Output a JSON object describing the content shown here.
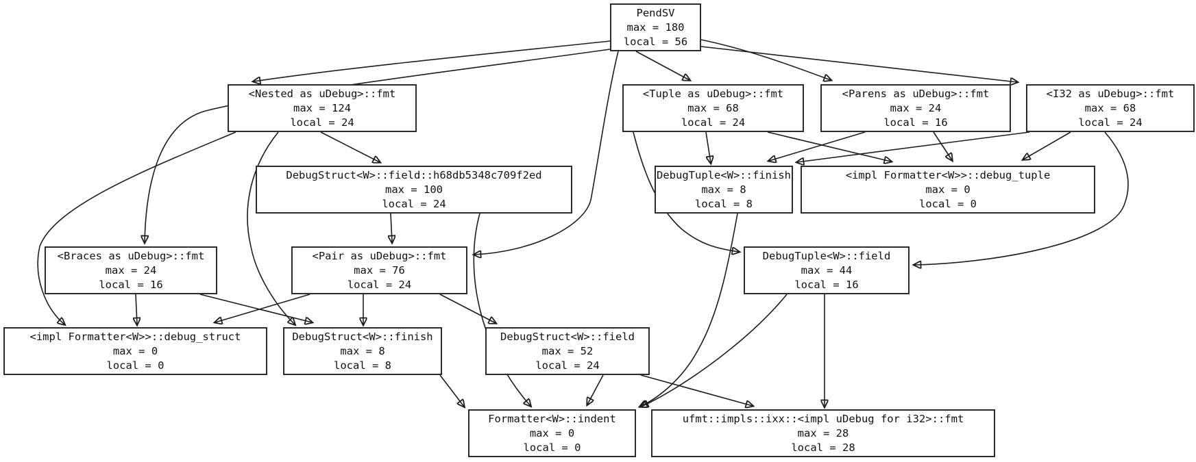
{
  "graph": {
    "kind": "call-graph",
    "background_color": "#ffffff",
    "edge_color": "#1c1c1c",
    "node_border_color": "#2b2b2b",
    "node_fill_color": "#ffffff",
    "text_color": "#111111"
  },
  "nodes": [
    {
      "id": "pendsv",
      "title": "PendSV",
      "max": 180,
      "local": 56,
      "max_line": "max = 180",
      "local_line": "local = 56"
    },
    {
      "id": "nested-fmt",
      "title": "<Nested as uDebug>::fmt",
      "max": 124,
      "local": 24,
      "max_line": "max = 124",
      "local_line": "local = 24"
    },
    {
      "id": "tuple-fmt",
      "title": "<Tuple as uDebug>::fmt",
      "max": 68,
      "local": 24,
      "max_line": "max = 68",
      "local_line": "local = 24"
    },
    {
      "id": "parens-fmt",
      "title": "<Parens as uDebug>::fmt",
      "max": 24,
      "local": 16,
      "max_line": "max = 24",
      "local_line": "local = 16"
    },
    {
      "id": "i32-fmt",
      "title": "<I32 as uDebug>::fmt",
      "max": 68,
      "local": 24,
      "max_line": "max = 68",
      "local_line": "local = 24"
    },
    {
      "id": "debugstruct-field-h68",
      "title": "DebugStruct<W>::field::h68db5348c709f2ed",
      "max": 100,
      "local": 24,
      "max_line": "max = 100",
      "local_line": "local = 24"
    },
    {
      "id": "debugtuple-finish",
      "title": "DebugTuple<W>::finish",
      "max": 8,
      "local": 8,
      "max_line": "max = 8",
      "local_line": "local = 8"
    },
    {
      "id": "debug-tuple",
      "title": "<impl Formatter<W>>::debug_tuple",
      "max": 0,
      "local": 0,
      "max_line": "max = 0",
      "local_line": "local = 0"
    },
    {
      "id": "braces-fmt",
      "title": "<Braces as uDebug>::fmt",
      "max": 24,
      "local": 16,
      "max_line": "max = 24",
      "local_line": "local = 16"
    },
    {
      "id": "pair-fmt",
      "title": "<Pair as uDebug>::fmt",
      "max": 76,
      "local": 24,
      "max_line": "max = 76",
      "local_line": "local = 24"
    },
    {
      "id": "debugtuple-field",
      "title": "DebugTuple<W>::field",
      "max": 44,
      "local": 16,
      "max_line": "max = 44",
      "local_line": "local = 16"
    },
    {
      "id": "debug-struct",
      "title": "<impl Formatter<W>>::debug_struct",
      "max": 0,
      "local": 0,
      "max_line": "max = 0",
      "local_line": "local = 0"
    },
    {
      "id": "debugstruct-finish",
      "title": "DebugStruct<W>::finish",
      "max": 8,
      "local": 8,
      "max_line": "max = 8",
      "local_line": "local = 8"
    },
    {
      "id": "debugstruct-field",
      "title": "DebugStruct<W>::field",
      "max": 52,
      "local": 24,
      "max_line": "max = 52",
      "local_line": "local = 24"
    },
    {
      "id": "formatter-indent",
      "title": "Formatter<W>::indent",
      "max": 0,
      "local": 0,
      "max_line": "max = 0",
      "local_line": "local = 0"
    },
    {
      "id": "ufmt-i32-fmt",
      "title": "ufmt::impls::ixx::<impl uDebug for i32>::fmt",
      "max": 28,
      "local": 28,
      "max_line": "max = 28",
      "local_line": "local = 28"
    }
  ],
  "edges": [
    {
      "from": "pendsv",
      "to": "nested-fmt"
    },
    {
      "from": "pendsv",
      "to": "braces-fmt"
    },
    {
      "from": "pendsv",
      "to": "pair-fmt"
    },
    {
      "from": "pendsv",
      "to": "tuple-fmt"
    },
    {
      "from": "pendsv",
      "to": "parens-fmt"
    },
    {
      "from": "pendsv",
      "to": "i32-fmt"
    },
    {
      "from": "nested-fmt",
      "to": "debugstruct-field-h68"
    },
    {
      "from": "nested-fmt",
      "to": "debug-struct"
    },
    {
      "from": "nested-fmt",
      "to": "debugstruct-finish"
    },
    {
      "from": "tuple-fmt",
      "to": "debugtuple-finish"
    },
    {
      "from": "tuple-fmt",
      "to": "debug-tuple"
    },
    {
      "from": "tuple-fmt",
      "to": "debugtuple-field"
    },
    {
      "from": "parens-fmt",
      "to": "debugtuple-finish"
    },
    {
      "from": "parens-fmt",
      "to": "debug-tuple"
    },
    {
      "from": "i32-fmt",
      "to": "debugtuple-finish"
    },
    {
      "from": "i32-fmt",
      "to": "debug-tuple"
    },
    {
      "from": "i32-fmt",
      "to": "debugtuple-field"
    },
    {
      "from": "debugstruct-field-h68",
      "to": "pair-fmt"
    },
    {
      "from": "debugstruct-field-h68",
      "to": "formatter-indent"
    },
    {
      "from": "braces-fmt",
      "to": "debug-struct"
    },
    {
      "from": "braces-fmt",
      "to": "debugstruct-finish"
    },
    {
      "from": "pair-fmt",
      "to": "debug-struct"
    },
    {
      "from": "pair-fmt",
      "to": "debugstruct-finish"
    },
    {
      "from": "pair-fmt",
      "to": "debugstruct-field"
    },
    {
      "from": "debugtuple-field",
      "to": "ufmt-i32-fmt"
    },
    {
      "from": "debugtuple-field",
      "to": "formatter-indent"
    },
    {
      "from": "debugstruct-finish",
      "to": "formatter-indent"
    },
    {
      "from": "debugstruct-field",
      "to": "formatter-indent"
    },
    {
      "from": "debugstruct-field",
      "to": "ufmt-i32-fmt"
    },
    {
      "from": "debugtuple-finish",
      "to": "formatter-indent"
    }
  ]
}
